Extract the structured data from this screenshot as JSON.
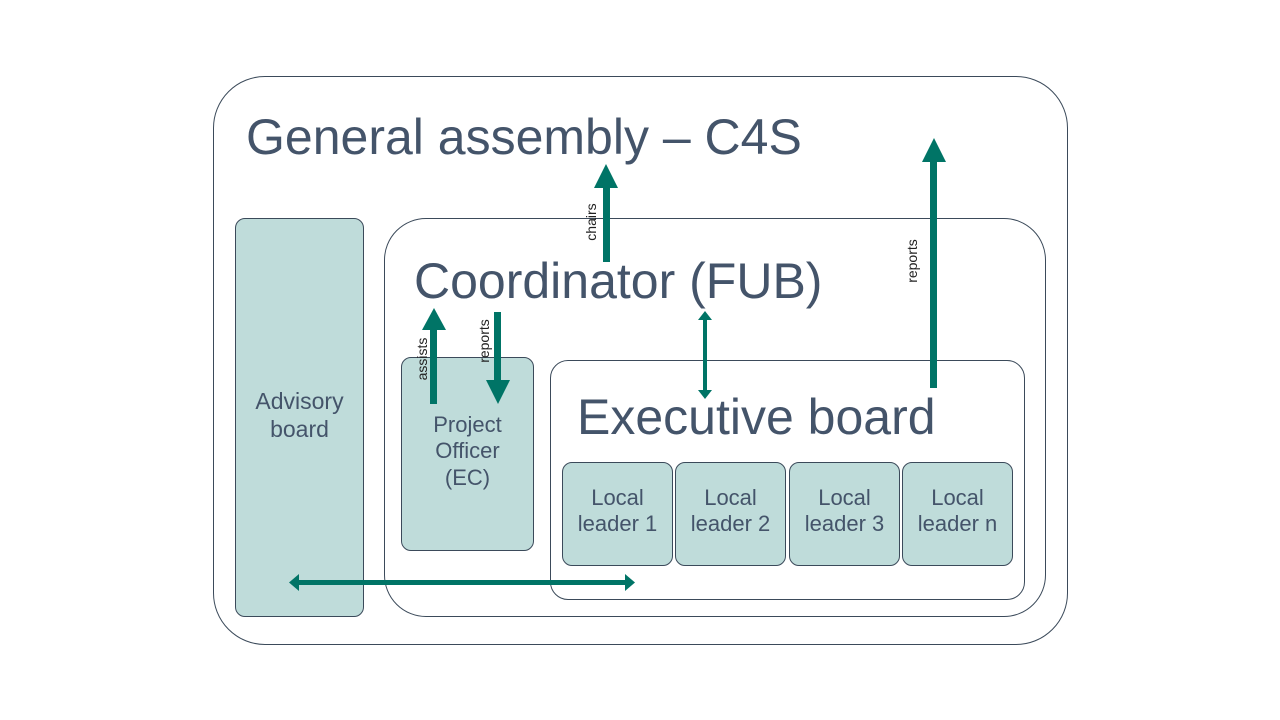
{
  "colors": {
    "arrow": "#007466",
    "fill": "#bfdcda",
    "text": "#44546a"
  },
  "general_assembly": {
    "title": "General assembly – C4S"
  },
  "advisory_board": {
    "line1": "Advisory",
    "line2": "board"
  },
  "coordinator": {
    "title": "Coordinator (FUB)"
  },
  "project_officer": {
    "line1": "Project",
    "line2": "Officer",
    "line3": "(EC)"
  },
  "executive_board": {
    "title": "Executive board"
  },
  "local_leaders": [
    {
      "line1": "Local",
      "line2": "leader 1"
    },
    {
      "line1": "Local",
      "line2": "leader 2"
    },
    {
      "line1": "Local",
      "line2": "leader 3"
    },
    {
      "line1": "Local",
      "line2": "leader n"
    }
  ],
  "arrow_labels": {
    "chairs": "chairs",
    "reports_top": "reports",
    "assists": "assists",
    "reports_po": "reports"
  }
}
